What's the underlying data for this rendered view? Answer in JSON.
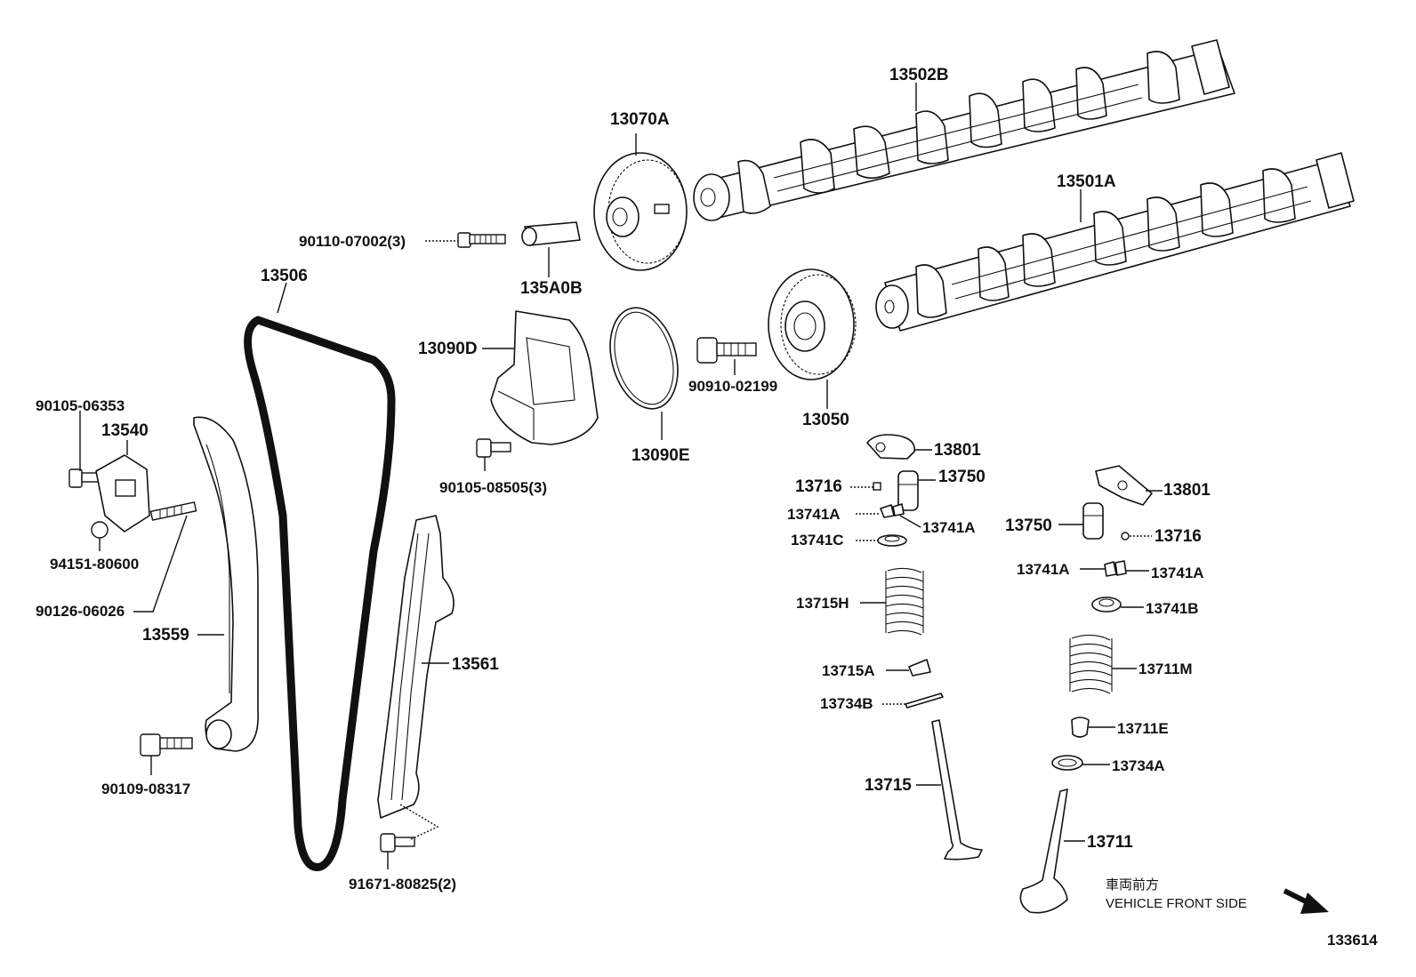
{
  "labels": {
    "cam_13502b": "13502B",
    "cam_13501a": "13501A",
    "gear_13070a": "13070A",
    "gear_13050": "13050",
    "bolt_90110": "90110-07002(3)",
    "valve_135a0b": "135A0B",
    "chain_13506": "13506",
    "cover_13090d": "13090D",
    "gasket_13090e": "13090E",
    "bolt_90910": "90910-02199",
    "bolt_90105_06353": "90105-06353",
    "tensioner_13540": "13540",
    "nut_94151": "94151-80600",
    "stud_90126": "90126-06026",
    "slipper_13559": "13559",
    "bolt_90109": "90109-08317",
    "damper_13561": "13561",
    "bolt_91671": "91671-80825(2)",
    "bolt_90105_08505": "90105-08505(3)",
    "rocker_13801_a": "13801",
    "rocker_13801_b": "13801",
    "lifter_13750_a": "13750",
    "lifter_13750_b": "13750",
    "pad_13716_a": "13716",
    "pad_13716_b": "13716",
    "key_13741a_1": "13741A",
    "key_13741a_2": "13741A",
    "key_13741a_3": "13741A",
    "key_13741a_4": "13741A",
    "retainer_13741c": "13741C",
    "retainer_13741b": "13741B",
    "spring_13715h": "13715H",
    "seat_13715a": "13715A",
    "seal_13734b": "13734B",
    "spring_13711m": "13711M",
    "seat_13711e": "13711E",
    "washer_13734a": "13734A",
    "valve_13715": "13715",
    "valve_13711": "13711"
  },
  "direction": {
    "jp": "車両前方",
    "en": "VEHICLE FRONT SIDE",
    "icon": "arrow-down-right-icon"
  },
  "diagram_code": "133614",
  "colors": {
    "ink": "#111111",
    "background": "#ffffff"
  }
}
